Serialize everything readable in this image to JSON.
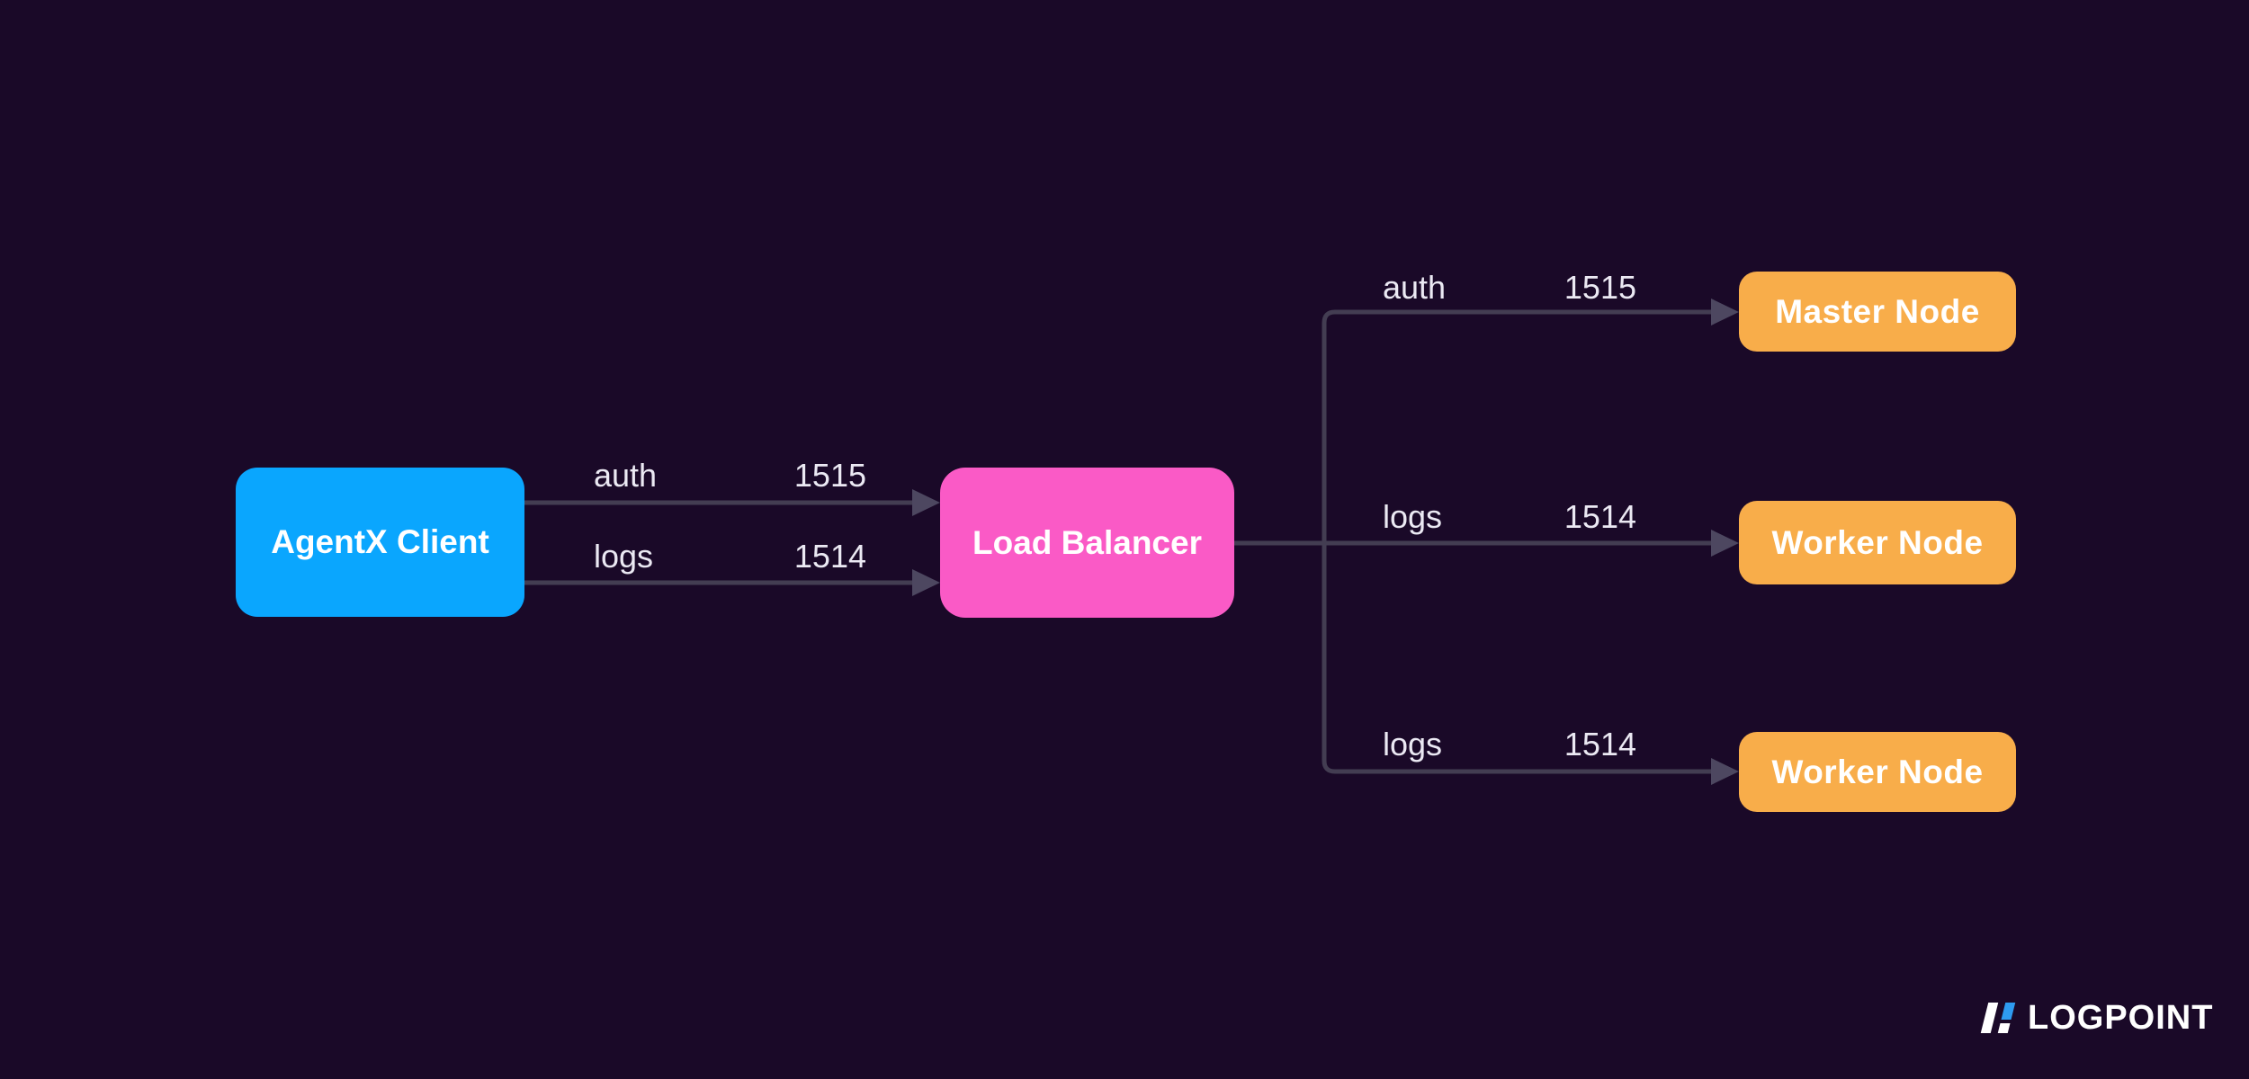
{
  "diagram": {
    "title_hint": "AgentX log collection architecture",
    "nodes": {
      "agentx": {
        "label": "AgentX Client"
      },
      "load_balancer": {
        "label": "Load Balancer"
      },
      "master": {
        "label": "Master Node"
      },
      "worker1": {
        "label": "Worker Node"
      },
      "worker2": {
        "label": "Worker Node"
      }
    },
    "connections": {
      "client_auth": {
        "protocol": "auth",
        "port": "1515"
      },
      "client_logs": {
        "protocol": "logs",
        "port": "1514"
      },
      "lb_to_master": {
        "protocol": "auth",
        "port": "1515"
      },
      "lb_to_worker1": {
        "protocol": "logs",
        "port": "1514"
      },
      "lb_to_worker2": {
        "protocol": "logs",
        "port": "1514"
      }
    }
  },
  "logo": {
    "text": "LOGPOINT"
  },
  "colors": {
    "background": "#1A0928",
    "node_client": "#0AA6FE",
    "node_load_balancer": "#FA5AC6",
    "node_server": "#F8AD4A",
    "connector_line": "#433D52",
    "connector_arrow": "#4D4760",
    "label_text": "#EBE9F3",
    "logo_blue": "#2E9BF0"
  }
}
